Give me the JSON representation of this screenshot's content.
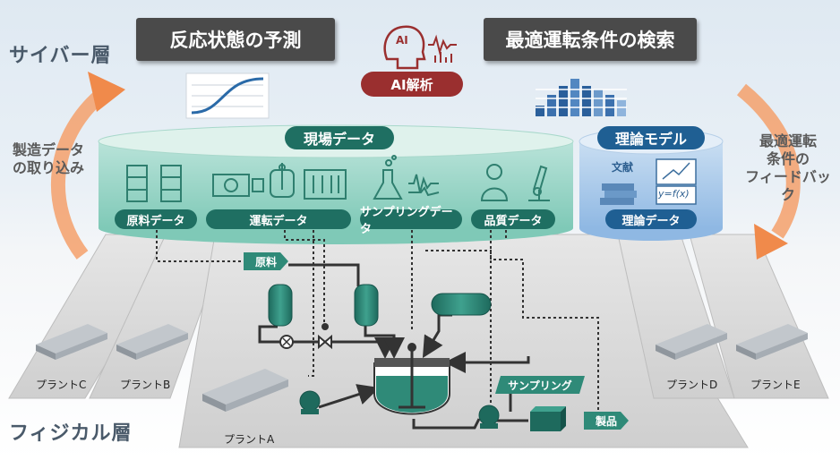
{
  "layers": {
    "cyber": "サイバー層",
    "physical": "フィジカル層"
  },
  "top": {
    "left_title": "反応状態の予測",
    "right_title": "最適運転条件の検索",
    "ai_label": "AI解析",
    "ai_icon_text": "AI"
  },
  "arrows": {
    "left_text_line1": "製造データ",
    "left_text_line2": "の取り込み",
    "right_text_line1": "最適運転",
    "right_text_line2": "条件の",
    "right_text_line3": "フィードバック"
  },
  "field_db": {
    "title": "現場データ",
    "tags": [
      "原料データ",
      "運転データ",
      "サンプリングデータ",
      "品質データ"
    ]
  },
  "theory_db": {
    "title": "理論モデル",
    "book_label": "文献",
    "formula": "y=f(x)",
    "tag": "理論データ"
  },
  "process": {
    "raw_material": "原料",
    "sampling": "サンプリング",
    "product": "製品"
  },
  "plants": {
    "a": "プラントA",
    "b": "プラントB",
    "c": "プラントC",
    "d": "プラントD",
    "e": "プラントE"
  },
  "colors": {
    "teal": "#1f6f62",
    "blue": "#1f5f93",
    "ai_red": "#9a2f2f",
    "dark_box": "#4a4a4a",
    "orange": "#f08a4b"
  }
}
